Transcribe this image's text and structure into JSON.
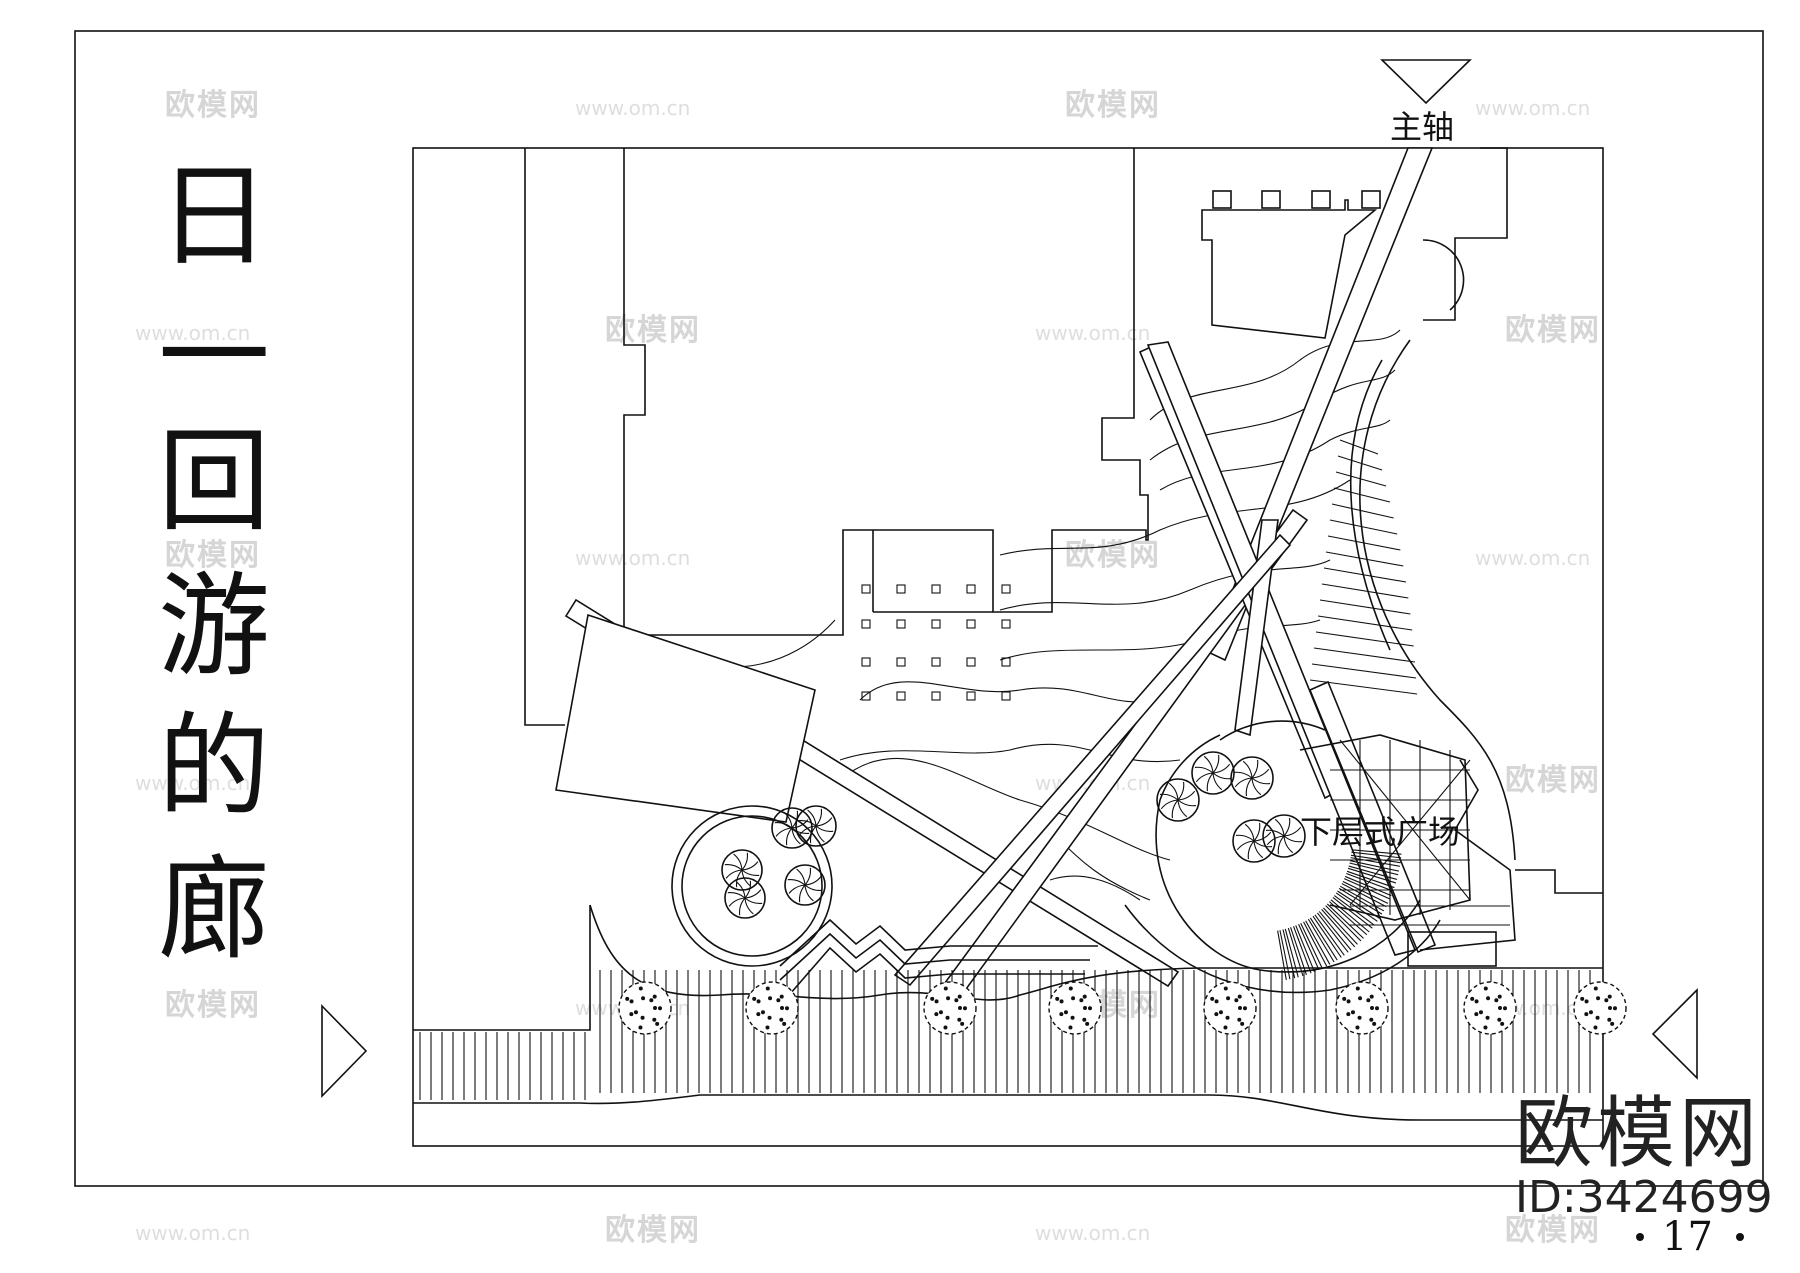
{
  "title": {
    "chars": [
      "日",
      "一",
      "回",
      "游",
      "的",
      "廊"
    ]
  },
  "labels": {
    "main_axis": "主轴",
    "sunken_plaza": "下层式广场"
  },
  "page_number": "17",
  "branding": {
    "logo_text": "欧模网",
    "id_text": "ID:3424699",
    "watermark_cn": "欧模网",
    "watermark_url": "www.om.cn"
  },
  "colors": {
    "line": "#111111",
    "watermark": "#d6d6d6",
    "background": "#ffffff"
  }
}
